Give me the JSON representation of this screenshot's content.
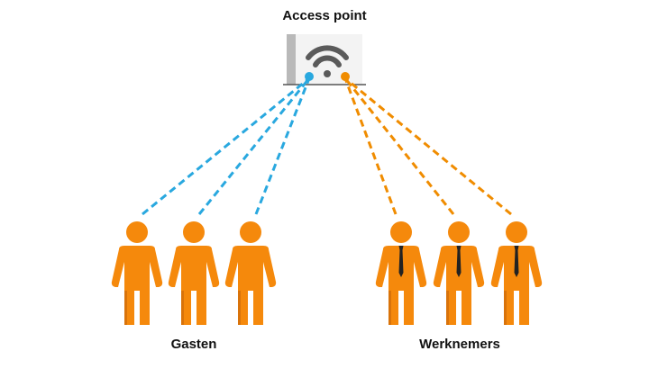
{
  "access_point": {
    "label": "Access point"
  },
  "groups": [
    {
      "label": "Gasten",
      "color": "#29a8df",
      "people": 3,
      "tie": false
    },
    {
      "label": "Werknemers",
      "color": "#f08c00",
      "people": 3,
      "tie": true
    }
  ],
  "colors": {
    "person": "#f5890c",
    "person_shadow": "#d9730a",
    "tie": "#222222",
    "wifi_icon": "#5a5a5a",
    "device_bg": "#f3f3f3",
    "device_side": "#b9b9b9"
  }
}
